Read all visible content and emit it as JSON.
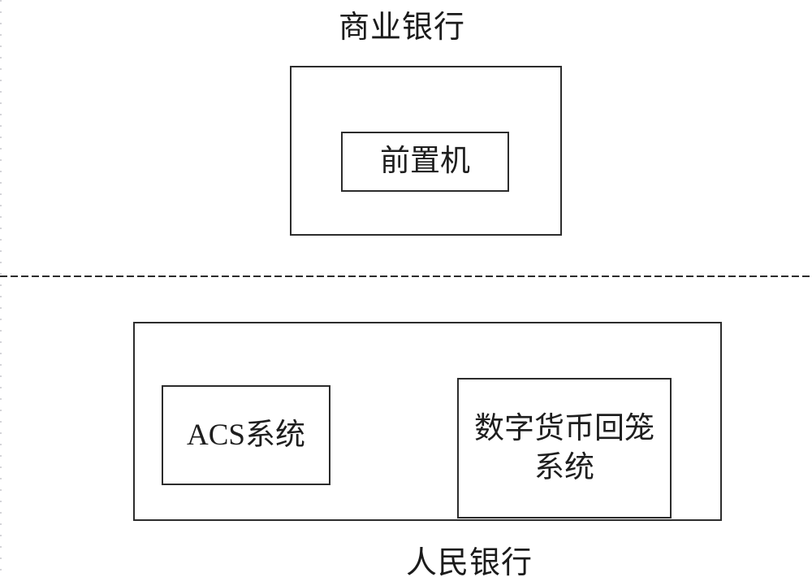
{
  "colors": {
    "ink": "#1e1e1e",
    "line": "#2c2c2c",
    "background": "#ffffff"
  },
  "diagram": {
    "commercial_bank": {
      "title": "商业银行",
      "front_end_box": {
        "label": "前置机"
      }
    },
    "peoples_bank": {
      "title": "人民银行",
      "acs_box": {
        "label": "ACS系统"
      },
      "recall_box": {
        "label_line1": "数字货币回笼",
        "label_line2": "系统"
      }
    }
  }
}
